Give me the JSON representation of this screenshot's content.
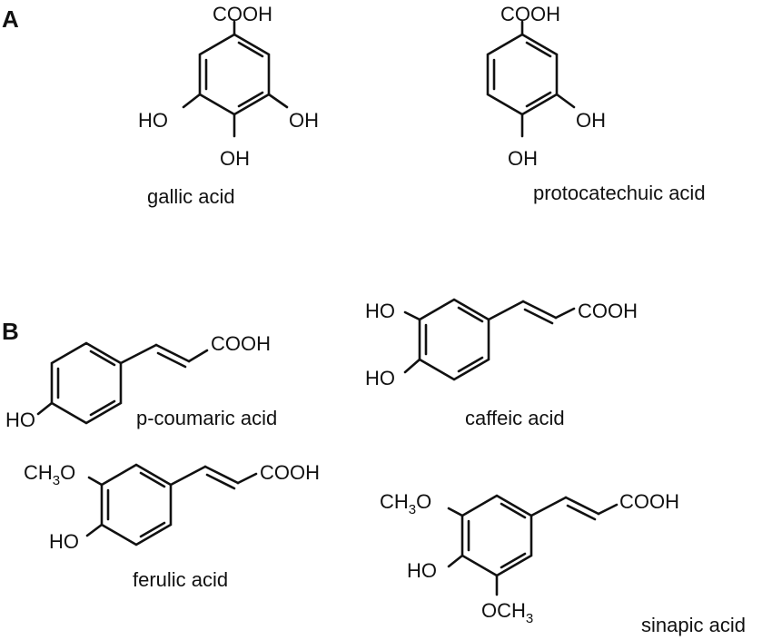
{
  "panels": {
    "a": "A",
    "b": "B"
  },
  "compounds": {
    "gallic": {
      "name": "gallic acid",
      "top": "COOH",
      "left": "HO",
      "right": "OH",
      "bottom": "OH"
    },
    "protocatechuic": {
      "name": "protocatechuic acid",
      "top": "COOH",
      "right": "OH",
      "bottom": "OH"
    },
    "p_coumaric": {
      "name": "p-coumaric acid",
      "acid": "COOH",
      "hydroxyl": "HO"
    },
    "caffeic": {
      "name": "caffeic acid",
      "acid": "COOH",
      "hydroxyl_1": "HO",
      "hydroxyl_2": "HO"
    },
    "ferulic": {
      "name": "ferulic acid",
      "acid": "COOH",
      "methoxy": "CH3O",
      "methoxy_main": "CH",
      "methoxy_sub": "3",
      "methoxy_tail": "O",
      "hydroxyl": "HO"
    },
    "sinapic": {
      "name": "sinapic acid",
      "acid": "COOH",
      "methoxy_top": "CH3O",
      "methoxy_top_main": "CH",
      "methoxy_top_sub": "3",
      "methoxy_top_tail": "O",
      "hydroxyl": "HO",
      "methoxy_bottom": "OCH3",
      "methoxy_bottom_main": "OCH",
      "methoxy_bottom_sub": "3"
    }
  }
}
